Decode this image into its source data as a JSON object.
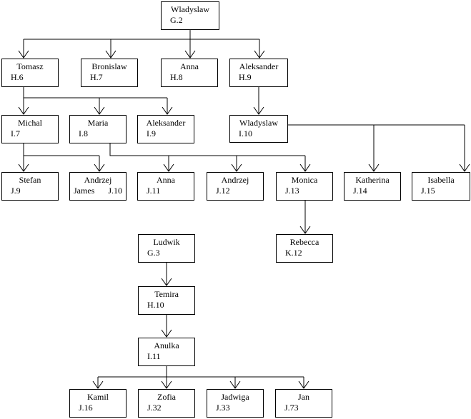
{
  "diagram": {
    "type": "family-tree",
    "background_color": "#ffffff",
    "line_color": "#000000",
    "box_border_color": "#000000",
    "nodes": [
      {
        "id": "wladyslaw-g2",
        "name": "Wladyslaw",
        "code": "G.2"
      },
      {
        "id": "tomasz-h6",
        "name": "Tomasz",
        "code": "H.6"
      },
      {
        "id": "bronislaw-h7",
        "name": "Bronislaw",
        "code": "H.7"
      },
      {
        "id": "anna-h8",
        "name": "Anna",
        "code": "H.8"
      },
      {
        "id": "aleksander-h9",
        "name": "Aleksander",
        "code": "H.9"
      },
      {
        "id": "michal-i7",
        "name": "Michal",
        "code": "I.7"
      },
      {
        "id": "maria-i8",
        "name": "Maria",
        "code": "I.8"
      },
      {
        "id": "aleksander-i9",
        "name": "Aleksander",
        "code": "I.9"
      },
      {
        "id": "wladyslaw-i10",
        "name": "Wladyslaw",
        "code": "I.10"
      },
      {
        "id": "stefan-j9",
        "name": "Stefan",
        "code": "J.9"
      },
      {
        "id": "andrzej-james-j10",
        "name": "Andrzej",
        "name2": "James",
        "code": "J.10"
      },
      {
        "id": "anna-j11",
        "name": "Anna",
        "code": "J.11"
      },
      {
        "id": "andrzej-j12",
        "name": "Andrzej",
        "code": "J.12"
      },
      {
        "id": "monica-j13",
        "name": "Monica",
        "code": "J.13"
      },
      {
        "id": "katherina-j14",
        "name": "Katherina",
        "code": "J.14"
      },
      {
        "id": "isabella-j15",
        "name": "Isabella",
        "code": "J.15"
      },
      {
        "id": "ludwik-g3",
        "name": "Ludwik",
        "code": "G.3"
      },
      {
        "id": "rebecca-k12",
        "name": "Rebecca",
        "code": "K.12"
      },
      {
        "id": "temira-h10",
        "name": "Temira",
        "code": "H.10"
      },
      {
        "id": "anulka-i11",
        "name": "Anulka",
        "code": "I.11"
      },
      {
        "id": "kamil-j16",
        "name": "Kamil",
        "code": "J.16"
      },
      {
        "id": "zofia-j32",
        "name": "Zofia",
        "code": "J.32"
      },
      {
        "id": "jadwiga-j33",
        "name": "Jadwiga",
        "code": "J.33"
      },
      {
        "id": "jan-j73",
        "name": "Jan",
        "code": "J.73"
      }
    ],
    "edges": [
      {
        "parent": "Wladyslaw G.2",
        "children": [
          "Tomasz H.6",
          "Bronislaw H.7",
          "Anna H.8",
          "Aleksander H.9"
        ]
      },
      {
        "parent": "Tomasz H.6",
        "children": [
          "Michal I.7",
          "Maria I.8",
          "Aleksander I.9"
        ]
      },
      {
        "parent": "Aleksander H.9",
        "children": [
          "Wladyslaw I.10"
        ]
      },
      {
        "parent": "Michal I.7",
        "children": [
          "Stefan J.9",
          "Andrzej James J.10"
        ]
      },
      {
        "parent": "Maria I.8",
        "children": [
          "Anna J.11",
          "Andrzej J.12",
          "Monica J.13"
        ]
      },
      {
        "parent": "Wladyslaw I.10",
        "children": [
          "Katherina J.14",
          "Isabella J.15"
        ]
      },
      {
        "parent": "Monica J.13",
        "children": [
          "Rebecca K.12"
        ]
      },
      {
        "parent": "Ludwik G.3",
        "children": [
          "Temira H.10"
        ]
      },
      {
        "parent": "Temira H.10",
        "children": [
          "Anulka I.11"
        ]
      },
      {
        "parent": "Anulka I.11",
        "children": [
          "Kamil J.16",
          "Zofia J.32",
          "Jadwiga J.33",
          "Jan J.73"
        ]
      }
    ]
  }
}
